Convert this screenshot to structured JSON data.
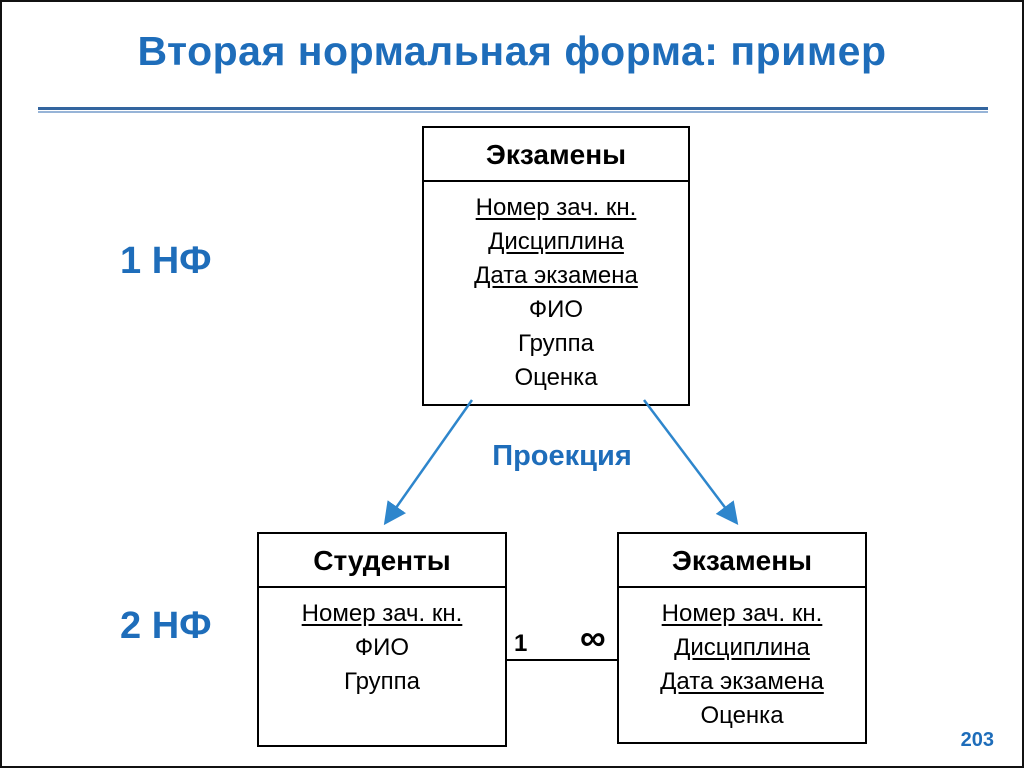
{
  "slide": {
    "title": "Вторая нормальная форма: пример",
    "page_number": "203",
    "colors": {
      "accent_blue": "#1E6DBA",
      "arrow_blue": "#2E86CC",
      "box_border": "#000000",
      "rule_dark": "#33659F",
      "rule_light": "#97B4D7"
    }
  },
  "labels": {
    "nf1": "1 НФ",
    "nf2": "2 НФ",
    "projection": "Проекция"
  },
  "entities": {
    "exams_1nf": {
      "title": "Экзамены",
      "attributes": [
        {
          "name": "Номер зач. кн.",
          "key": true
        },
        {
          "name": "Дисциплина",
          "key": true
        },
        {
          "name": "Дата экзамена",
          "key": true
        },
        {
          "name": "ФИО",
          "key": false
        },
        {
          "name": "Группа",
          "key": false
        },
        {
          "name": "Оценка",
          "key": false
        }
      ]
    },
    "students_2nf": {
      "title": "Студенты",
      "attributes": [
        {
          "name": "Номер зач. кн.",
          "key": true
        },
        {
          "name": "ФИО",
          "key": false
        },
        {
          "name": "Группа",
          "key": false
        }
      ]
    },
    "exams_2nf": {
      "title": "Экзамены",
      "attributes": [
        {
          "name": "Номер зач. кн.",
          "key": true
        },
        {
          "name": "Дисциплина",
          "key": true
        },
        {
          "name": "Дата экзамена",
          "key": true
        },
        {
          "name": "Оценка",
          "key": false
        }
      ]
    }
  },
  "relationship": {
    "left_cardinality": "1",
    "right_cardinality": "∞"
  }
}
